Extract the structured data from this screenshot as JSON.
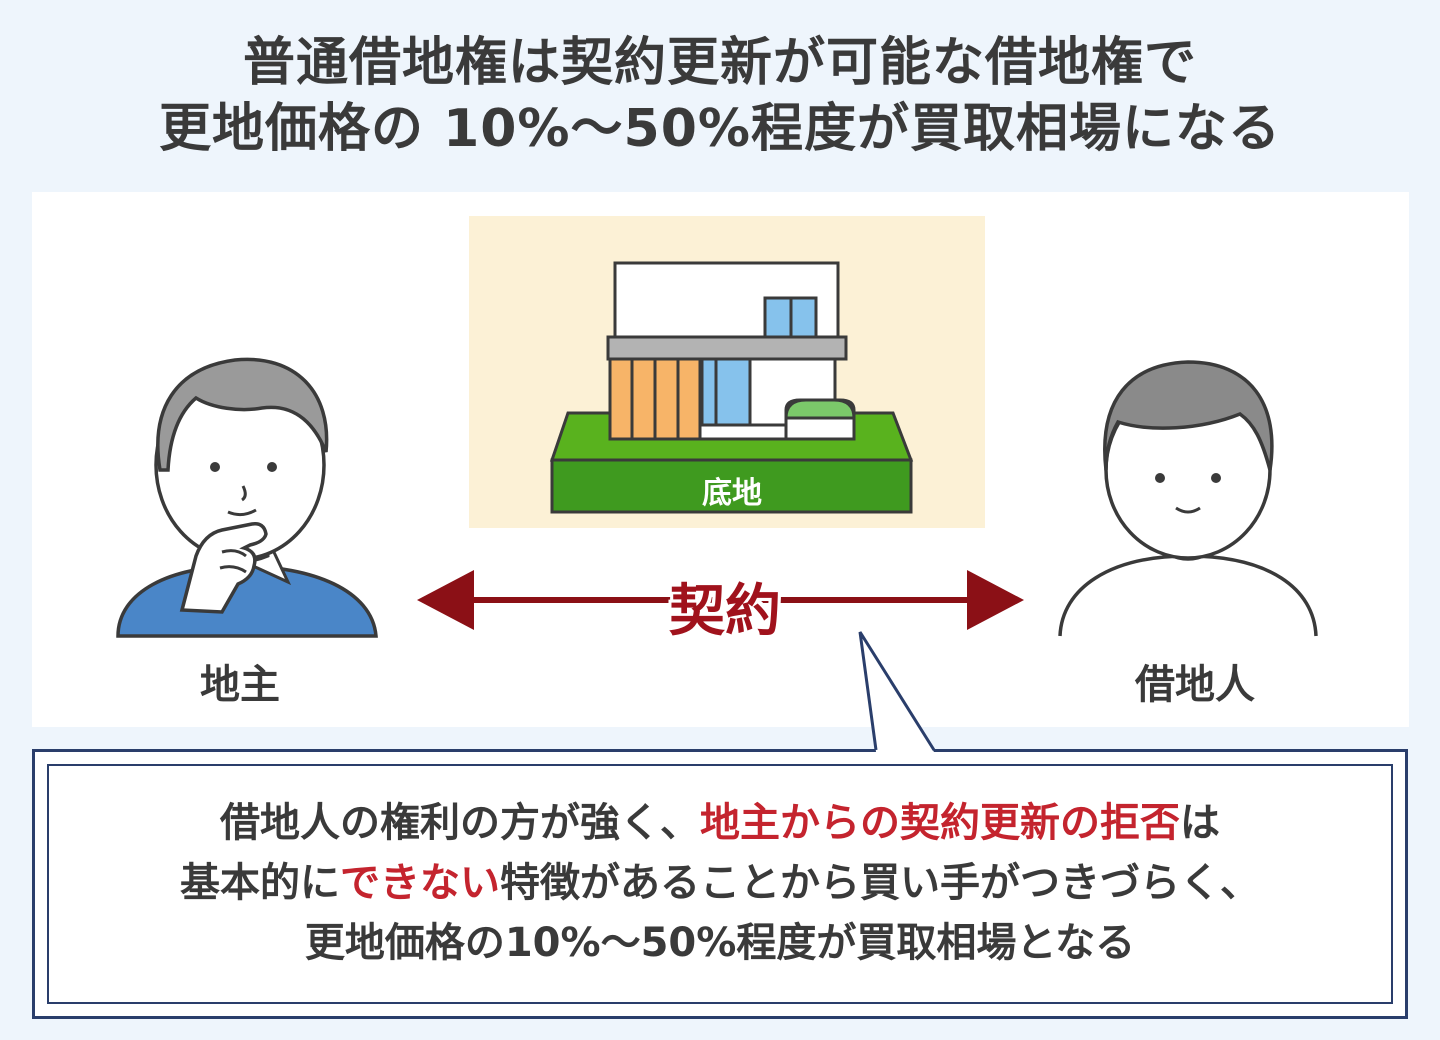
{
  "title": {
    "line1": "普通借地権は契約更新が可能な借地権で",
    "line2": "更地価格の 10%〜50%程度が買取相場になる"
  },
  "diagram": {
    "land_label": "底地",
    "contract_label": "契約",
    "landowner_label": "地主",
    "tenant_label": "借地人"
  },
  "note": {
    "line1": {
      "part1": "借地人の権利の方が強く、",
      "highlight": "地主からの契約更新の拒否",
      "part2": "は"
    },
    "line2": {
      "part1": "基本的に",
      "highlight": "できない",
      "part2": "特徴があることから買い手がつきづらく、"
    },
    "line3": "更地価格の10%〜50%程度が買取相場となる"
  },
  "colors": {
    "background": "#eef5fc",
    "arrow": "#8b1016",
    "highlight": "#c4242e",
    "frame": "#2a3e6b",
    "land_green": "#3f9a1f",
    "land_card": "#fcf1d6",
    "shirt_blue": "#4a86c8"
  },
  "icons": [
    "landowner-person-icon",
    "tenant-person-icon",
    "house-icon",
    "double-arrow-icon"
  ]
}
